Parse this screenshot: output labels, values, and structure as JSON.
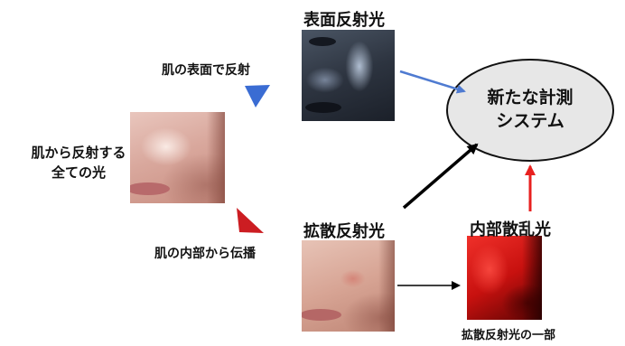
{
  "labels": {
    "all_light": [
      "肌から反射する",
      "全ての光"
    ],
    "surface_reflect": "肌の表面で反射",
    "internal_propagate": "肌の内部から伝播",
    "specular": "表面反射光",
    "diffuse": "拡散反射光",
    "internal_scatter": "内部散乱光",
    "diffuse_part": "拡散反射光の一部"
  },
  "system": {
    "lines": [
      "新たな計測",
      "システム"
    ]
  },
  "images": {
    "original_face": "skin-face-photo",
    "specular_face": "blue-tinted-face-photo",
    "diffuse_face": "diffuse-face-photo",
    "scatter_face": "red-tinted-face-photo"
  },
  "colors": {
    "blue_arrow": "#4f7bd1",
    "blue_triangle": "#3a6cd3",
    "red_triangle": "#cc1d22",
    "red_arrow": "#e8201f",
    "black_arrow": "#000000",
    "ellipse_fill": "#e7e7e7"
  }
}
